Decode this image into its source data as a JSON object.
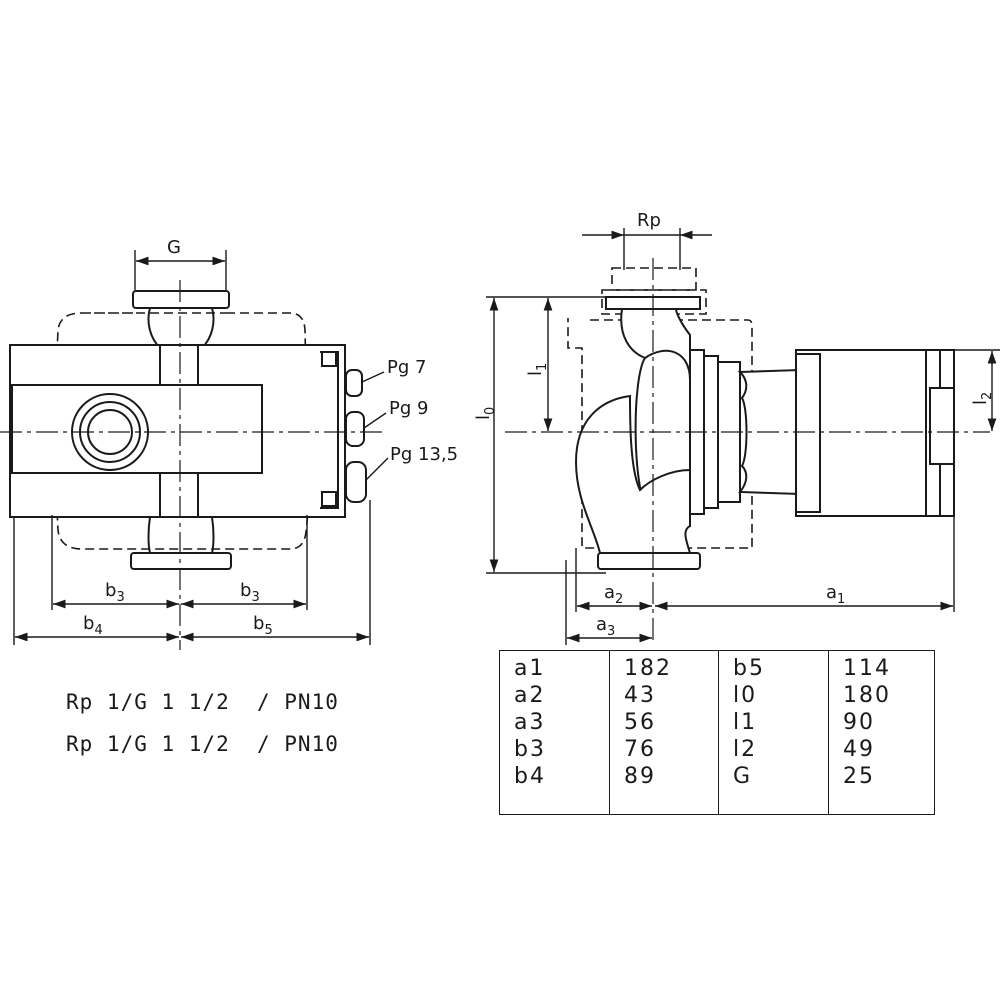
{
  "labels": {
    "G": "G",
    "Rp": "Rp",
    "pg7": "Pg 7",
    "pg9": "Pg 9",
    "pg13": "Pg 13,5",
    "b3_left": "b",
    "b3_left_sub": "3",
    "b3_right": "b",
    "b3_right_sub": "3",
    "b4": "b",
    "b4_sub": "4",
    "b5": "b",
    "b5_sub": "5",
    "l0": "l",
    "l0_sub": "0",
    "l1": "l",
    "l1_sub": "1",
    "l2": "l",
    "l2_sub": "2",
    "a1": "a",
    "a1_sub": "1",
    "a2": "a",
    "a2_sub": "2",
    "a3": "a",
    "a3_sub": "3"
  },
  "captions": [
    "Rp 1/G 1 1/2  / PN10",
    "Rp 1/G 1 1/2  / PN10"
  ],
  "dimensions": [
    {
      "key": "a1",
      "value": "182"
    },
    {
      "key": "a2",
      "value": "43"
    },
    {
      "key": "a3",
      "value": "56"
    },
    {
      "key": "b3",
      "value": "76"
    },
    {
      "key": "b4",
      "value": "89"
    },
    {
      "key": "b5",
      "value": "114"
    },
    {
      "key": "l0",
      "value": "180"
    },
    {
      "key": "l1",
      "value": "90"
    },
    {
      "key": "l2",
      "value": "49"
    },
    {
      "key": "G",
      "value": "25"
    }
  ]
}
